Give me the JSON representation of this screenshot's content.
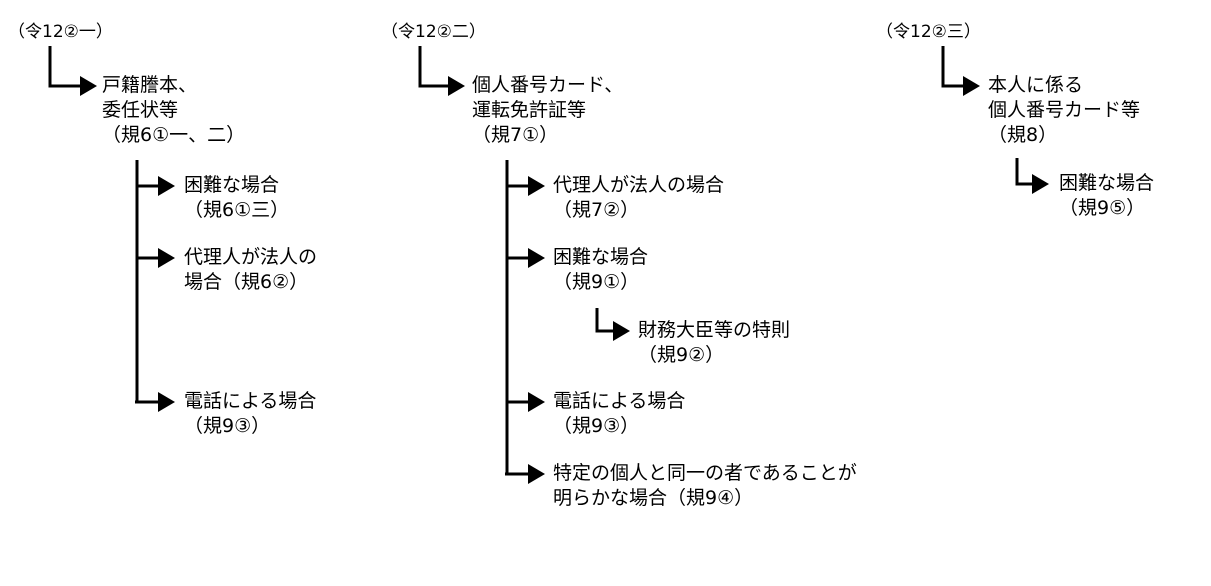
{
  "col1": {
    "header": "（令12②一）",
    "main": [
      "戸籍謄本、",
      "委任状等",
      "（規6①一、二）"
    ],
    "children": [
      [
        "困難な場合",
        "（規6①三）"
      ],
      [
        "代理人が法人の",
        "場合（規6②）"
      ],
      [
        "電話による場合",
        "（規9③）"
      ]
    ]
  },
  "col2": {
    "header": "（令12②二）",
    "main": [
      "個人番号カード、",
      "運転免許証等",
      "（規7①）"
    ],
    "children": [
      [
        "代理人が法人の場合",
        "（規7②）"
      ],
      [
        "困難な場合",
        "（規9①）"
      ],
      [
        "財務大臣等の特則",
        "（規9②）"
      ],
      [
        "電話による場合",
        "（規9③）"
      ],
      [
        "特定の個人と同一の者であることが",
        "明らかな場合（規9④）"
      ]
    ]
  },
  "col3": {
    "header": "（令12②三）",
    "main": [
      "本人に係る",
      "個人番号カード等",
      "（規8）"
    ],
    "children": [
      [
        "困難な場合",
        "（規9⑤）"
      ]
    ]
  }
}
